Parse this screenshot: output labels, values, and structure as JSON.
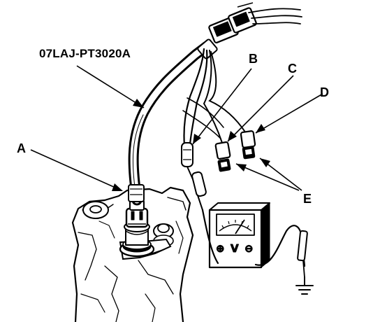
{
  "diagram": {
    "part_number": "07LAJ-PT3020A",
    "callouts": {
      "a": "A",
      "b": "B",
      "c": "C",
      "d": "D",
      "e": "E"
    },
    "meter": {
      "symbol_plus": "⊕",
      "symbol_v": "V",
      "symbol_minus": "⊖"
    }
  }
}
